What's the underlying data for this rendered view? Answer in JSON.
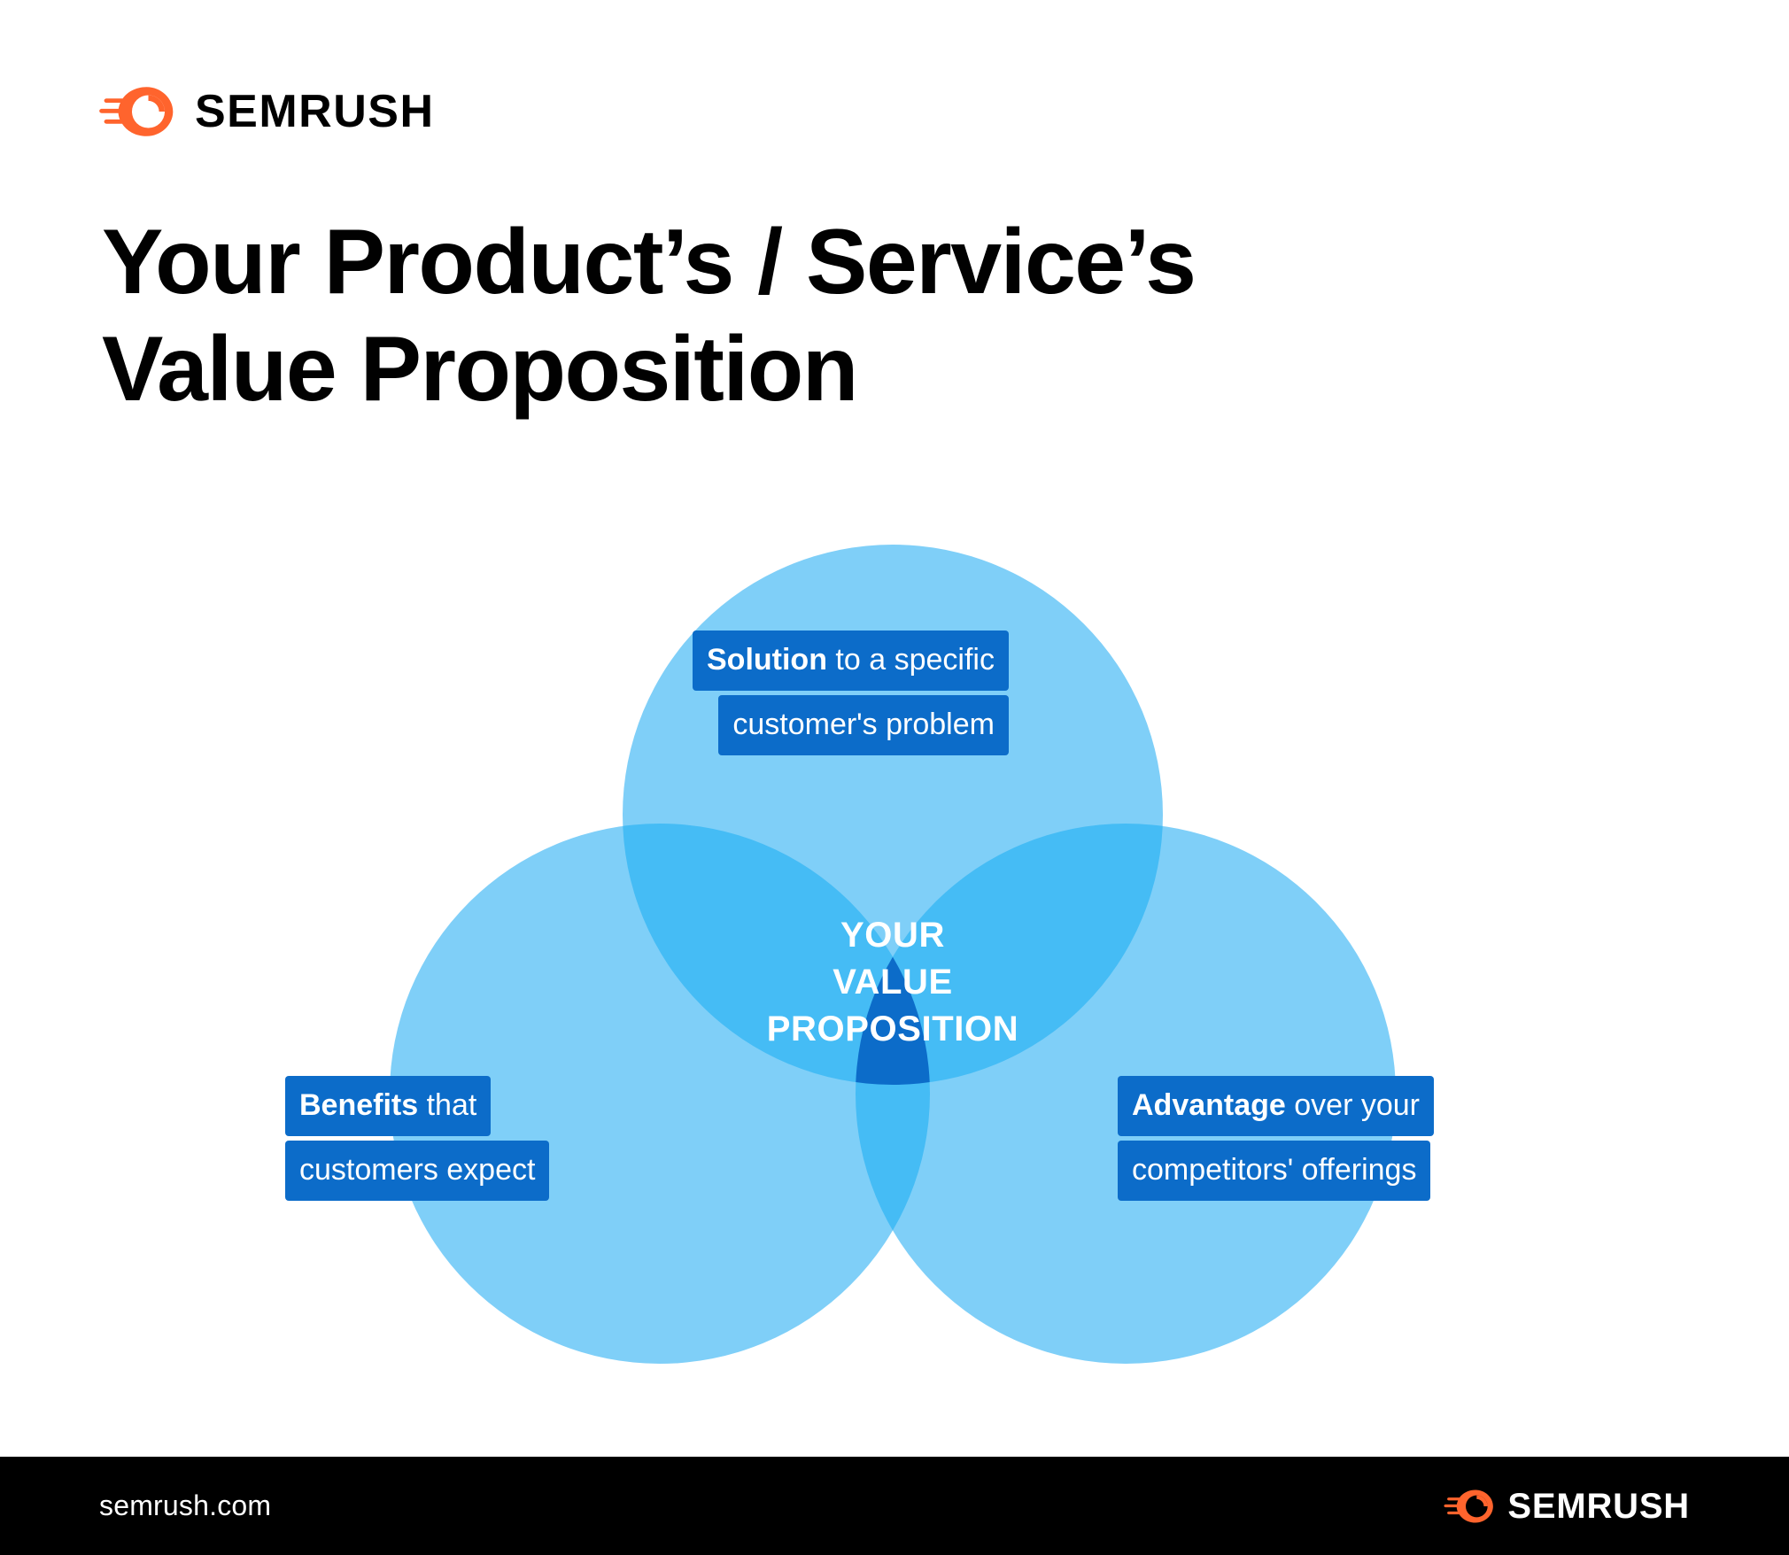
{
  "brand": {
    "logo_icon": "semrush-comet-icon",
    "wordmark": "SEMRUSH",
    "logo_color": "#FF642D",
    "wordmark_color": "#000000"
  },
  "headline": {
    "line1": "Your Product’s / Service’s",
    "line2": "Value Proposition"
  },
  "diagram": {
    "type": "venn",
    "center": {
      "line1": "YOUR",
      "line2": "VALUE",
      "line3": "PROPOSITION"
    },
    "colors": {
      "circle_fill": "#7FCFF8",
      "two_way_overlap": "#45BCF5",
      "three_way_overlap": "#0C6CC9",
      "badge_background": "#0C6CC9",
      "badge_text": "#FFFFFF"
    },
    "circles": [
      {
        "id": "solution",
        "position": "top",
        "callout_bold": "Solution",
        "callout_rest": " to a specific",
        "callout_line2": "customer's problem"
      },
      {
        "id": "benefits",
        "position": "bottom-left",
        "callout_bold": "Benefits",
        "callout_rest": " that",
        "callout_line2": "customers expect"
      },
      {
        "id": "advantage",
        "position": "bottom-right",
        "callout_bold": "Advantage",
        "callout_rest": " over your",
        "callout_line2": "competitors' offerings"
      }
    ]
  },
  "footer": {
    "url": "semrush.com",
    "wordmark": "SEMRUSH",
    "logo_icon": "semrush-comet-icon",
    "background": "#000000"
  }
}
